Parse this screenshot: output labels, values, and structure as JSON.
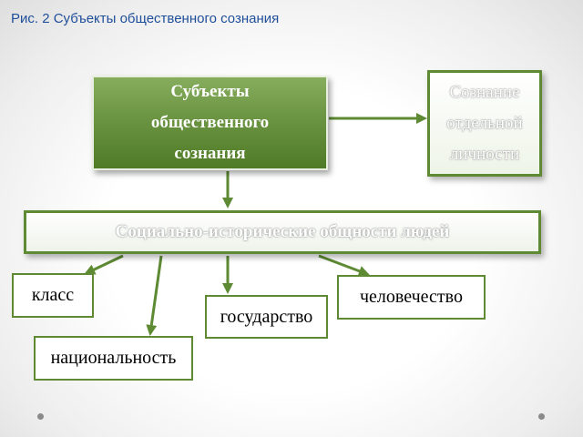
{
  "caption": "Рис. 2 Субъекты общественного сознания",
  "nodes": {
    "main": {
      "line1": "Субъекты",
      "line2": "общественного",
      "line3": "сознания"
    },
    "individual": {
      "line1": "Сознание",
      "line2": "отдельной",
      "line3": "личности"
    },
    "communities": "Социально-исторические общности людей",
    "class": "класс",
    "nationality": "национальность",
    "state": "государство",
    "mankind": "человечество"
  },
  "colors": {
    "accent_green": "#5d8a33",
    "main_box": "#68923f",
    "caption": "#1f4e9a"
  }
}
